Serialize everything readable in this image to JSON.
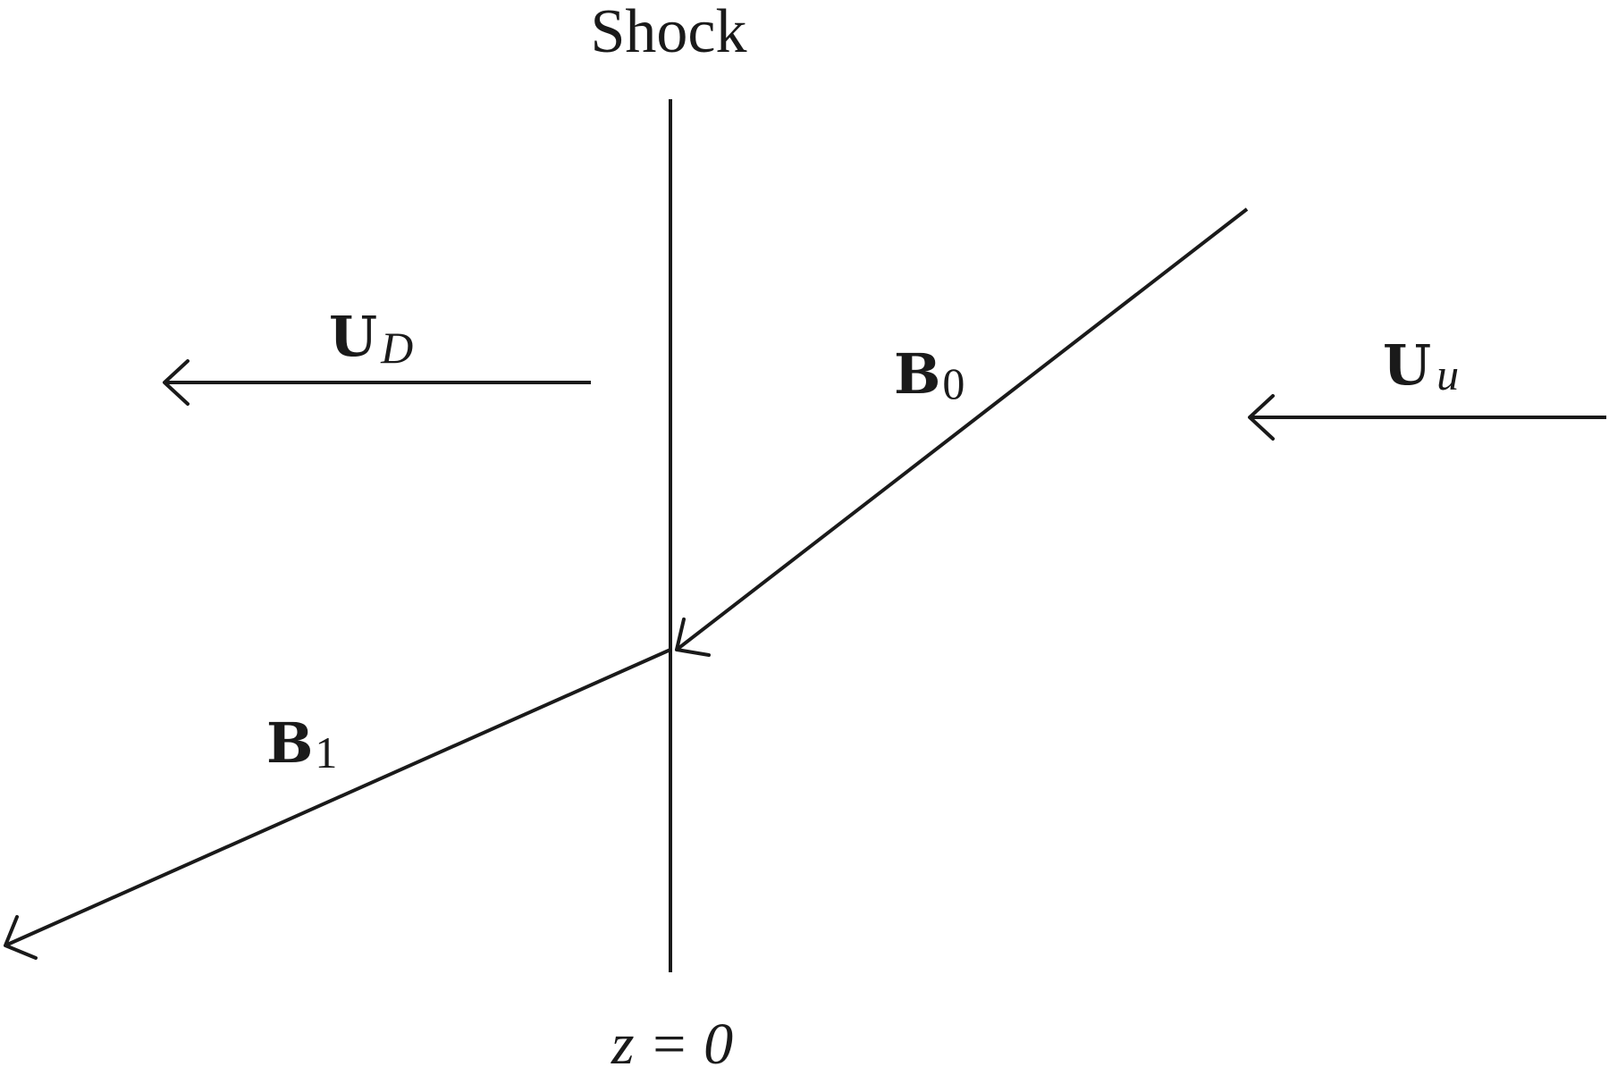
{
  "diagram": {
    "title": "Shock",
    "position_label": "z = 0",
    "vectors": {
      "u_downstream": {
        "symbol": "U",
        "subscript": "D"
      },
      "u_upstream": {
        "symbol": "U",
        "subscript": "u"
      },
      "b_upstream": {
        "symbol": "B",
        "subscript": "0"
      },
      "b_downstream": {
        "symbol": "B",
        "subscript": "1"
      }
    }
  }
}
